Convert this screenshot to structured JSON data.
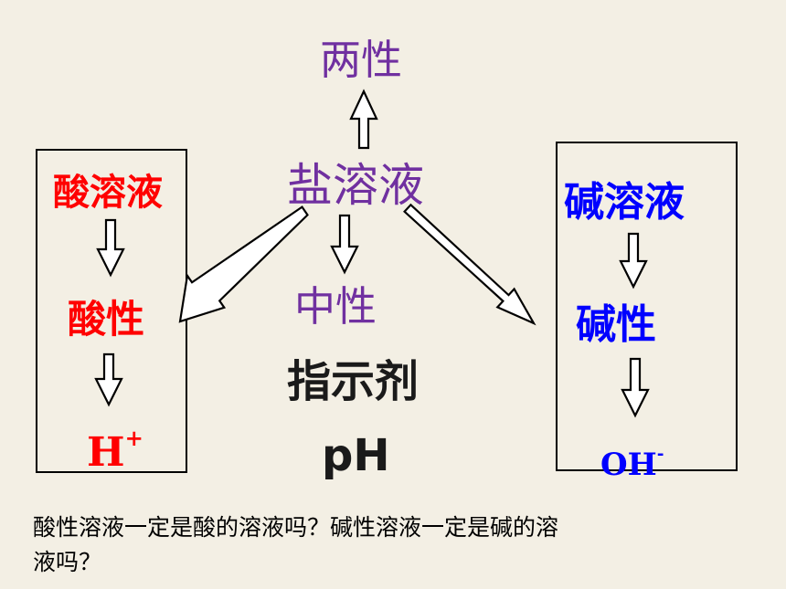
{
  "top": {
    "amphoteric": "两性"
  },
  "center": {
    "salt_solution": "盐溶液",
    "neutral": "中性",
    "indicator": "指示剂",
    "ph": "pH"
  },
  "left_box": {
    "acid_solution": "酸溶液",
    "acidic": "酸性",
    "ion_base": "H",
    "ion_charge": "+"
  },
  "right_box": {
    "base_solution": "碱溶液",
    "basic": "碱性",
    "ion_base": "OH",
    "ion_charge": "-"
  },
  "question": {
    "line1": "酸性溶液一定是酸的溶液吗？碱性溶液一定是碱的溶",
    "line2": "液吗？"
  },
  "colors": {
    "purple": "#7030a0",
    "red": "#ff0000",
    "blue": "#0000ff",
    "background": "#f3efe4"
  }
}
